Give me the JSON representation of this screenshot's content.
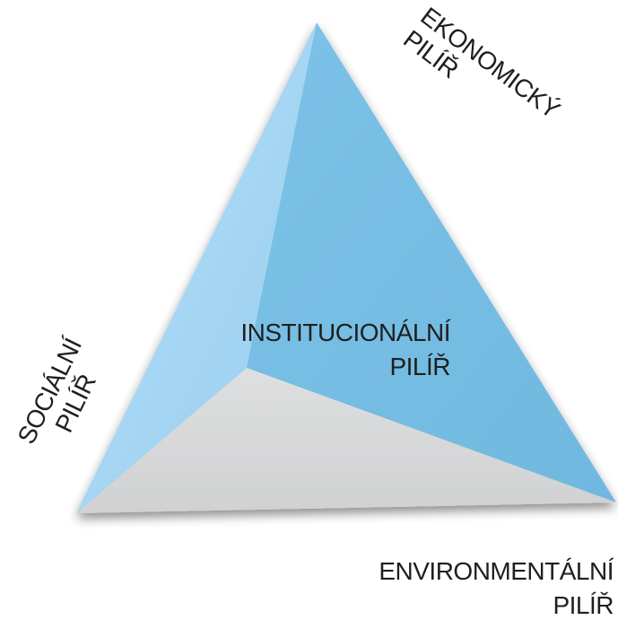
{
  "pillars": {
    "economic": {
      "line1": "EKONOMICKÝ",
      "line2": "PILÍŘ"
    },
    "social": {
      "line1": "SOCIÁLNÍ",
      "line2": "PILÍŘ"
    },
    "institutional": {
      "line1": "INSTITUCIONÁLNÍ",
      "line2": "PILÍŘ"
    },
    "environmental": {
      "line1": "ENVIRONMENTÁLNÍ",
      "line2": "PILÍŘ"
    }
  },
  "colors": {
    "light_blue_face": "#a6d6f3",
    "blue_face": "#78bfe4",
    "grey_face": "#d9dadb",
    "text": "#1f1f1f"
  }
}
